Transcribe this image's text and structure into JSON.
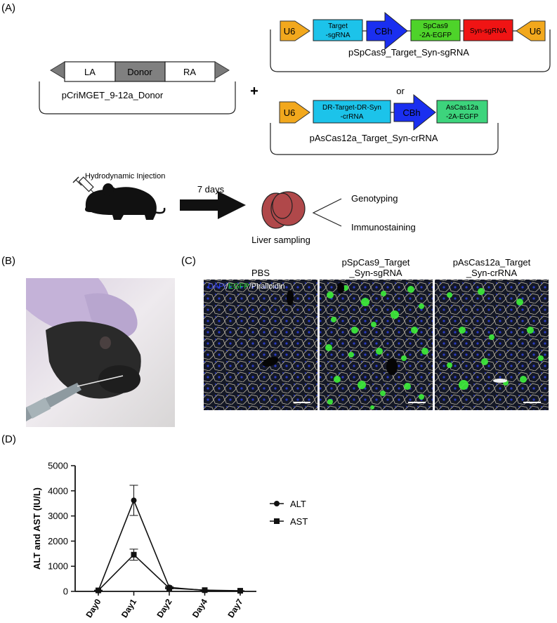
{
  "panel_labels": {
    "a": "(A)",
    "b": "(B)",
    "c": "(C)",
    "d": "(D)"
  },
  "colors": {
    "u6": "#f2a81d",
    "target_box": "#1cc3ea",
    "cbh": "#1a2ff0",
    "spcas9": "#4ed32a",
    "syn_sgrna": "#f01414",
    "ascas12a": "#3dd47c",
    "itr": "#7a7a7a",
    "donor": "#808080",
    "liver": "#b0484a",
    "mouse": "#111111"
  },
  "donor_plasmid": {
    "left_arm": "LA",
    "donor": "Donor",
    "right_arm": "RA",
    "name": "pCriMGET_9-12a_Donor"
  },
  "plus": "+",
  "or": "or",
  "spcas9_plasmid": {
    "u6_left": "U6",
    "target_l1": "Target",
    "target_l2": "-sgRNA",
    "cbh": "CBh",
    "cas_l1": "SpCas9",
    "cas_l2": "-2A-EGFP",
    "syn": "Syn-sgRNA",
    "u6_right": "U6",
    "name": "pSpCas9_Target_Syn-sgRNA"
  },
  "ascas12a_plasmid": {
    "u6": "U6",
    "crrna_l1": "DR-Target-DR-Syn",
    "crrna_l2": "-crRNA",
    "cbh": "CBh",
    "cas_l1": "AsCas12a",
    "cas_l2": "-2A-EGFP",
    "name": "pAsCas12a_Target_Syn-crRNA"
  },
  "workflow": {
    "injection": "Hydrodynamic Injection",
    "days": "7 days",
    "liver": "Liver sampling",
    "genotyping": "Genotyping",
    "immunostaining": "Immunostaining"
  },
  "panel_c": {
    "col1": "PBS",
    "col2_l1": "pSpCas9_Target",
    "col2_l2": "_Syn-sgRNA",
    "col3_l1": "pAsCas12a_Target",
    "col3_l2": "_Syn-crRNA",
    "stain_dapi": "DAPI",
    "stain_sep1": "/",
    "stain_egfp": "EGFP",
    "stain_phal": "/Phalloidin"
  },
  "chart_data": {
    "type": "line",
    "categories": [
      "Day0",
      "Day1",
      "Day2",
      "Day4",
      "Day7"
    ],
    "ylabel": "ALT and AST (IU/L)",
    "ylim": [
      0,
      5000
    ],
    "yticks": [
      "0",
      "1000",
      "2000",
      "3000",
      "4000",
      "5000"
    ],
    "legend_position": "right",
    "series": [
      {
        "name": "ALT",
        "marker": "circle",
        "values": [
          30,
          3620,
          160,
          40,
          20
        ],
        "errors": [
          10,
          600,
          30,
          10,
          5
        ]
      },
      {
        "name": "AST",
        "marker": "square",
        "values": [
          40,
          1460,
          130,
          50,
          25
        ],
        "errors": [
          10,
          220,
          30,
          10,
          5
        ]
      }
    ]
  }
}
